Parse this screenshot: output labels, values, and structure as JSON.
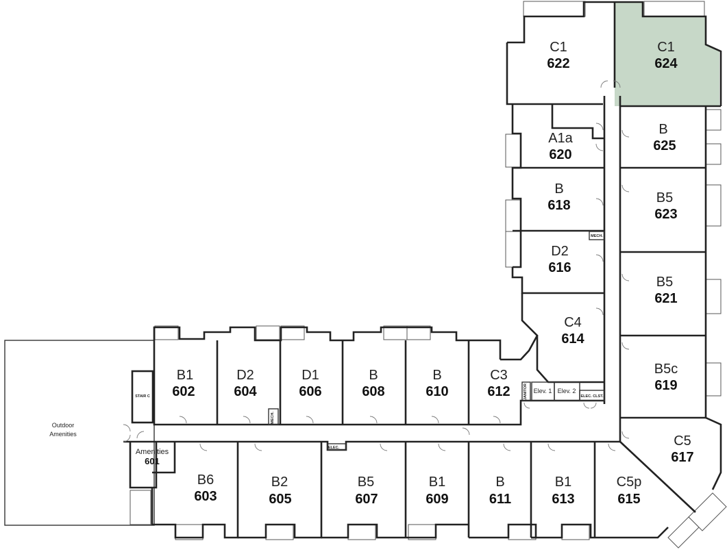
{
  "colors": {
    "highlight": "#c7d8c8",
    "wall": "#222222",
    "background": "#ffffff"
  },
  "outdoor": {
    "line1": "Outdoor",
    "line2": "Amenities"
  },
  "stair": "STAIR C",
  "elevators": {
    "elev1": "Elev. 1",
    "elev2": "Elev. 2"
  },
  "service": {
    "janitor": "JANITOR",
    "elec_closet": "ELEC. CLST.",
    "mech_upper": "MECH.",
    "mech_lower": "MECH.",
    "elec": "ELEC."
  },
  "amenities": {
    "type": "Amenities",
    "number": "601"
  },
  "units": {
    "u622": {
      "type": "C1",
      "number": "622",
      "highlighted": false
    },
    "u624": {
      "type": "C1",
      "number": "624",
      "highlighted": true
    },
    "u620": {
      "type": "A1a",
      "number": "620",
      "highlighted": false
    },
    "u625": {
      "type": "B",
      "number": "625",
      "highlighted": false
    },
    "u618": {
      "type": "B",
      "number": "618",
      "highlighted": false
    },
    "u623": {
      "type": "B5",
      "number": "623",
      "highlighted": false
    },
    "u616": {
      "type": "D2",
      "number": "616",
      "highlighted": false
    },
    "u621": {
      "type": "B5",
      "number": "621",
      "highlighted": false
    },
    "u614": {
      "type": "C4",
      "number": "614",
      "highlighted": false
    },
    "u619": {
      "type": "B5c",
      "number": "619",
      "highlighted": false
    },
    "u602": {
      "type": "B1",
      "number": "602",
      "highlighted": false
    },
    "u604": {
      "type": "D2",
      "number": "604",
      "highlighted": false
    },
    "u606": {
      "type": "D1",
      "number": "606",
      "highlighted": false
    },
    "u608": {
      "type": "B",
      "number": "608",
      "highlighted": false
    },
    "u610": {
      "type": "B",
      "number": "610",
      "highlighted": false
    },
    "u612": {
      "type": "C3",
      "number": "612",
      "highlighted": false
    },
    "u617": {
      "type": "C5",
      "number": "617",
      "highlighted": false
    },
    "u603": {
      "type": "B6",
      "number": "603",
      "highlighted": false
    },
    "u605": {
      "type": "B2",
      "number": "605",
      "highlighted": false
    },
    "u607": {
      "type": "B5",
      "number": "607",
      "highlighted": false
    },
    "u609": {
      "type": "B1",
      "number": "609",
      "highlighted": false
    },
    "u611": {
      "type": "B",
      "number": "611",
      "highlighted": false
    },
    "u613": {
      "type": "B1",
      "number": "613",
      "highlighted": false
    },
    "u615": {
      "type": "C5p",
      "number": "615",
      "highlighted": false
    }
  }
}
